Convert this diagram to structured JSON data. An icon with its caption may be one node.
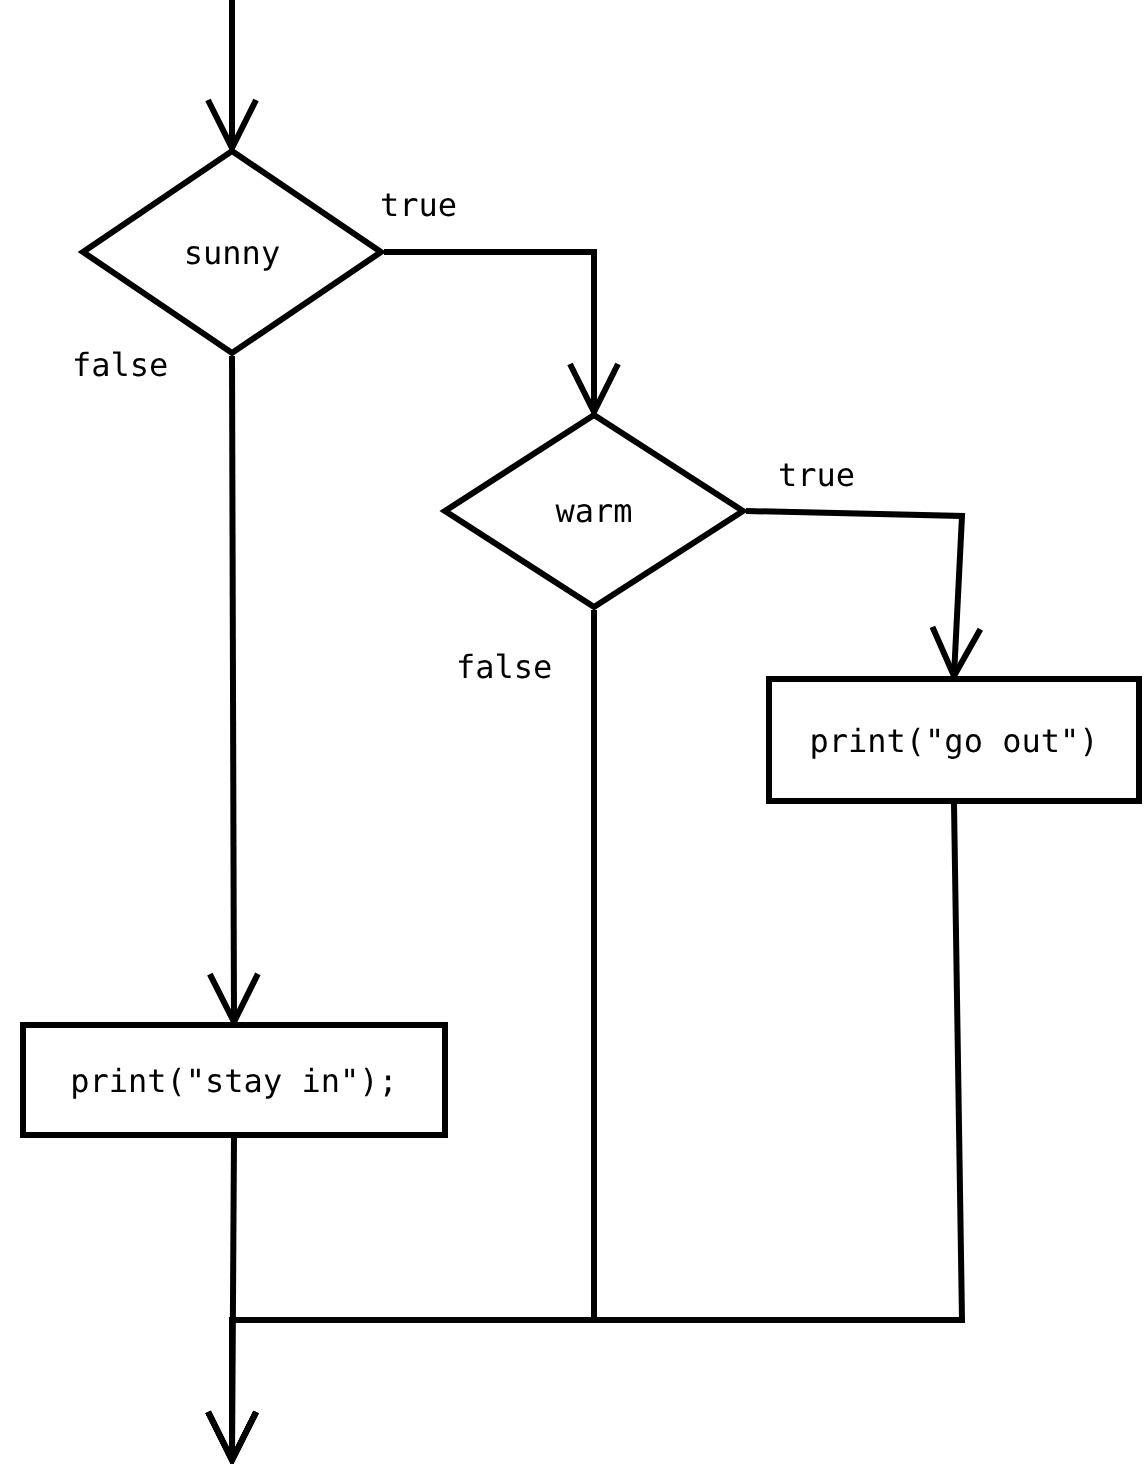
{
  "diagram": {
    "nodes": [
      {
        "text": [
          "sunny"
        ]
      },
      {
        "text": [
          "warm"
        ]
      },
      {
        "text": [
          "print(\"go out\")"
        ]
      },
      {
        "text": [
          "print(\"stay in\");"
        ]
      }
    ],
    "edges": [
      {
        "from": null,
        "to": 0,
        "arrow": "to"
      },
      {
        "from": 0,
        "to": 1,
        "arrow": "to",
        "label": "true"
      },
      {
        "from": 0,
        "to": 3,
        "arrow": "to",
        "label": "false"
      },
      {
        "from": 1,
        "to": 2,
        "arrow": "to",
        "label": "true"
      },
      {
        "from": 1,
        "to": null,
        "arrow": "to",
        "label": "false"
      },
      {
        "from": 2,
        "to": null,
        "arrow": "to"
      },
      {
        "from": 3,
        "to": null,
        "arrow": "to"
      }
    ]
  }
}
